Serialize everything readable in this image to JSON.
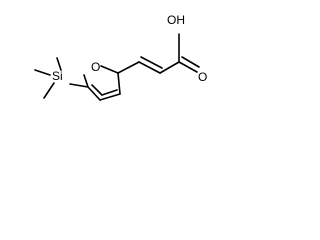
{
  "molecule": {
    "atoms": {
      "oh": "OH",
      "carbonyl_o": "O",
      "ring_o": "O",
      "si": "Si"
    }
  },
  "colors": {
    "bond": "#000000",
    "background": "#ffffff"
  }
}
